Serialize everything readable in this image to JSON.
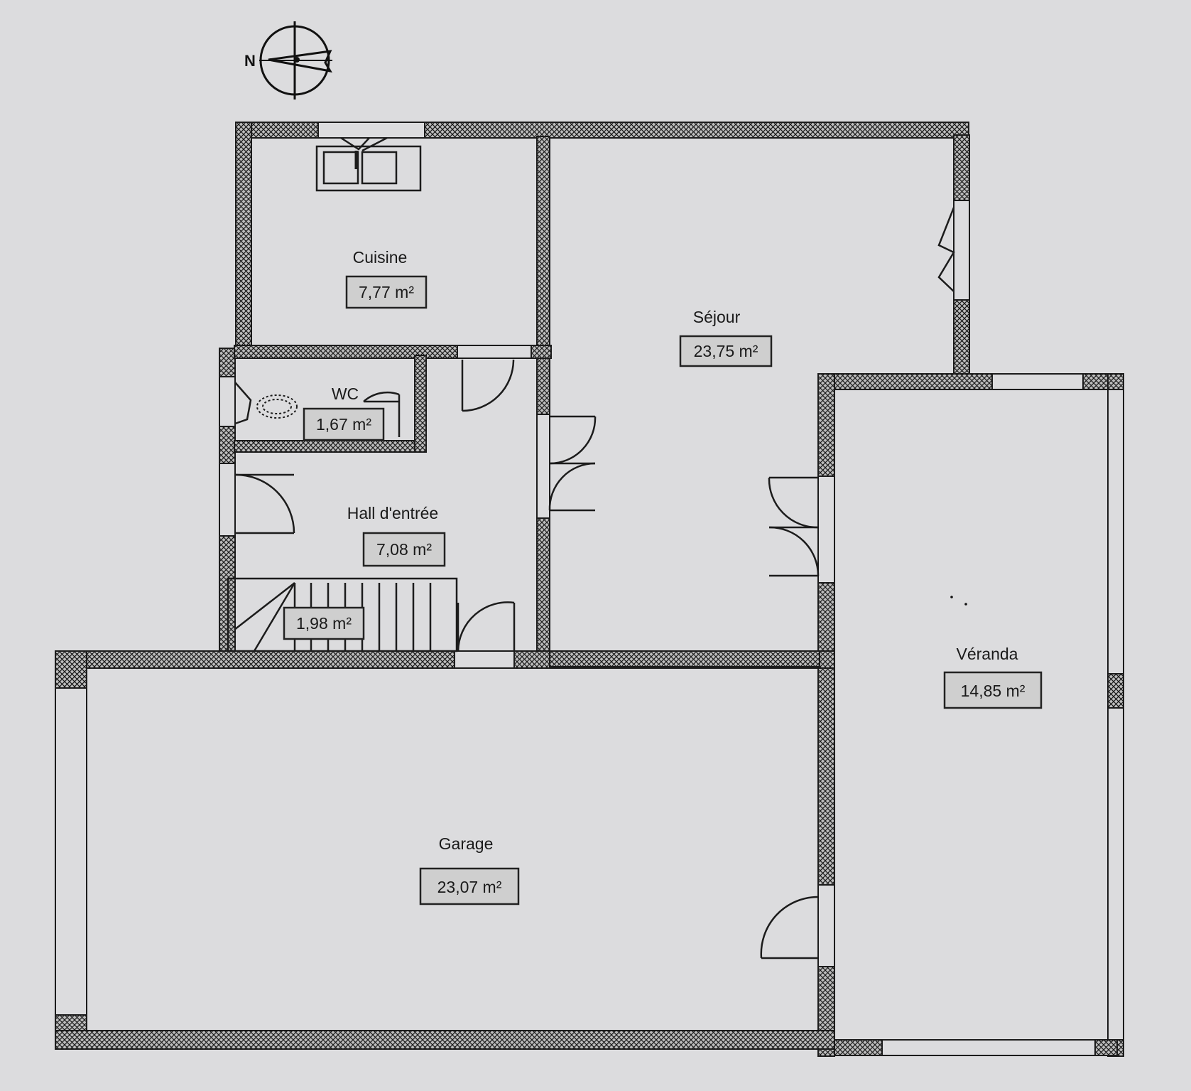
{
  "compass": {
    "north_letter": "N"
  },
  "rooms": {
    "cuisine": {
      "name": "Cuisine",
      "area": "7,77 m²"
    },
    "sejour": {
      "name": "Séjour",
      "area": "23,75 m²"
    },
    "wc": {
      "name": "WC",
      "area": "1,67 m²"
    },
    "hall": {
      "name": "Hall d'entrée",
      "area": "7,08 m²"
    },
    "stairs": {
      "name": "",
      "area": "1,98 m²"
    },
    "veranda": {
      "name": "Véranda",
      "area": "14,85 m²"
    },
    "garage": {
      "name": "Garage",
      "area": "23,07 m²"
    }
  },
  "colors": {
    "paper": "#dcdcde",
    "wall_line": "#1c1c1c",
    "wall_fill": "#b8b8b8",
    "label_fill": "#cfcfcf"
  }
}
